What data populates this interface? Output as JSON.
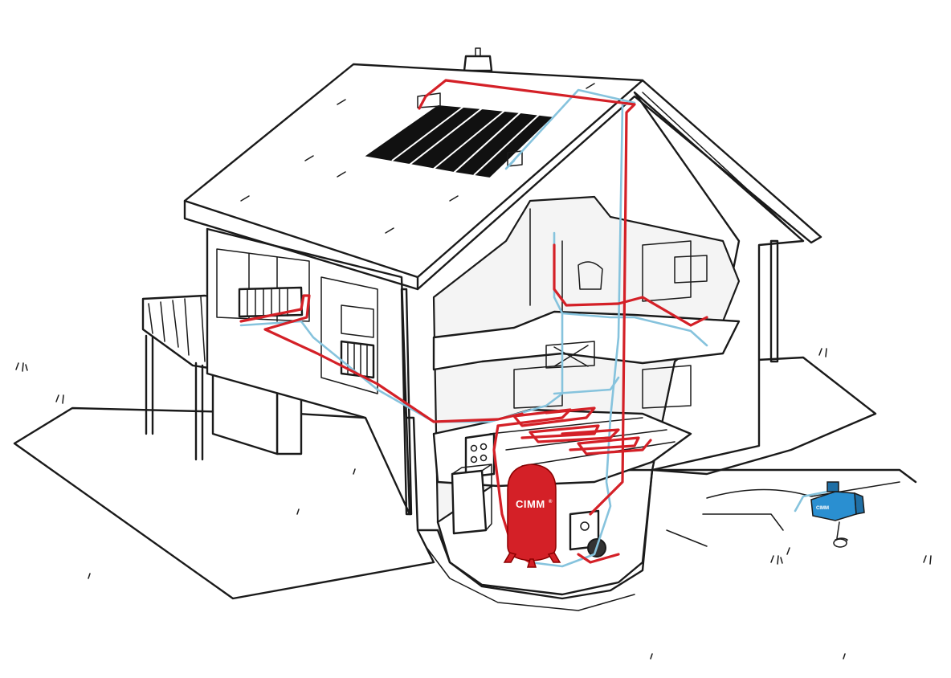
{
  "diagram": {
    "tank_brand": "CIMM",
    "tank_brand_mark": "®",
    "pump_label": "CIMM"
  },
  "colors": {
    "hot_pipe": "#d42027",
    "cold_pipe": "#86c3dd",
    "tank_body": "#d42027",
    "pump_body": "#2a8fd1",
    "solar_panel": "#111111",
    "line_ink": "#1a1a1a"
  },
  "components": [
    {
      "id": "solar-collector",
      "icon": "solar-panel-icon"
    },
    {
      "id": "storage-tank",
      "icon": "water-tank-icon"
    },
    {
      "id": "surface-pump",
      "icon": "water-pump-icon"
    },
    {
      "id": "control-panel",
      "icon": "control-panel-icon"
    },
    {
      "id": "boiler",
      "icon": "boiler-icon"
    },
    {
      "id": "underfloor-heating",
      "icon": "floor-heating-icon"
    },
    {
      "id": "radiator",
      "icon": "radiator-icon"
    }
  ]
}
